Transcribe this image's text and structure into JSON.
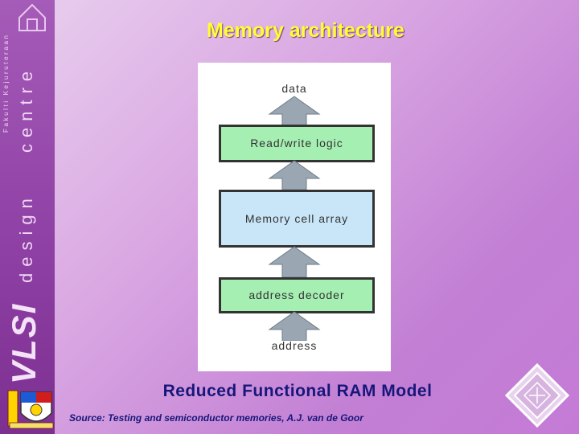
{
  "slide": {
    "title": "Memory architecture",
    "subtitle": "Reduced Functional RAM Model",
    "source": "Source: Testing and semiconductor memories, A.J. van de Goor"
  },
  "sidebar": {
    "small_text": "Fakulti Kejuruteraan",
    "centre_text": "centre",
    "design_text": "design",
    "vlsi_text": "VLSI"
  },
  "diagram": {
    "top_label": "data",
    "block_rw": "Read/write logic",
    "block_memory": "Memory cell array",
    "block_decoder": "address decoder",
    "bottom_label": "address"
  },
  "colors": {
    "title": "#ffff33",
    "subtitle": "#17177a",
    "block_green": "#a6efb2",
    "block_blue": "#c8e6f7",
    "arrow_gray": "#9aa7b2"
  }
}
